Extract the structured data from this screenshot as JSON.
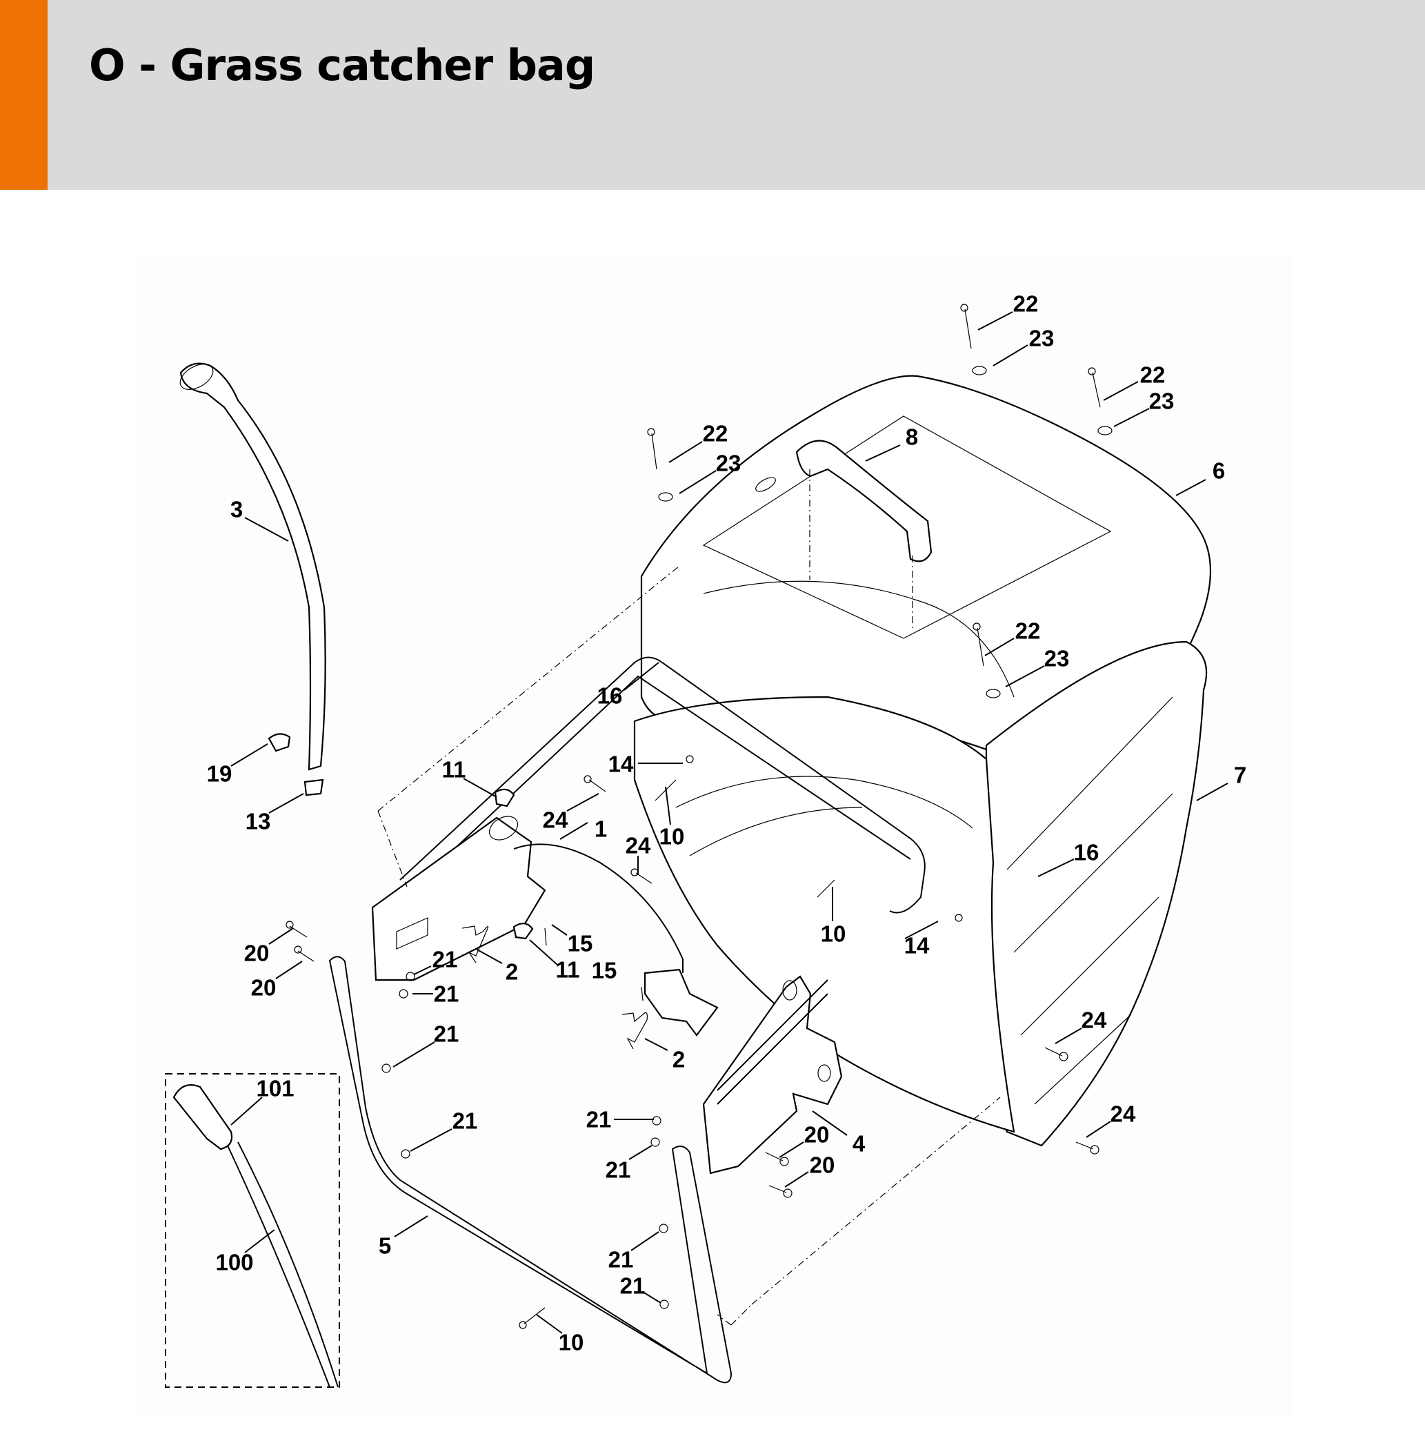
{
  "header": {
    "title": "O - Grass catcher bag",
    "accent_color": "#ee7203",
    "background_color": "#d9dad9"
  },
  "diagram": {
    "description": "Exploded parts view of grass catcher bag assembly",
    "callouts": [
      {
        "id": "c1",
        "label": "22"
      },
      {
        "id": "c2",
        "label": "23"
      },
      {
        "id": "c3",
        "label": "22"
      },
      {
        "id": "c4",
        "label": "23"
      },
      {
        "id": "c5",
        "label": "22"
      },
      {
        "id": "c6",
        "label": "23"
      },
      {
        "id": "c7",
        "label": "8"
      },
      {
        "id": "c8",
        "label": "6"
      },
      {
        "id": "c9",
        "label": "3"
      },
      {
        "id": "c10",
        "label": "22"
      },
      {
        "id": "c11",
        "label": "23"
      },
      {
        "id": "c12",
        "label": "16"
      },
      {
        "id": "c13",
        "label": "19"
      },
      {
        "id": "c14",
        "label": "13"
      },
      {
        "id": "c15",
        "label": "11"
      },
      {
        "id": "c16",
        "label": "14"
      },
      {
        "id": "c17",
        "label": "7"
      },
      {
        "id": "c18",
        "label": "24"
      },
      {
        "id": "c19",
        "label": "1"
      },
      {
        "id": "c20",
        "label": "10"
      },
      {
        "id": "c21",
        "label": "24"
      },
      {
        "id": "c22",
        "label": "16"
      },
      {
        "id": "c23",
        "label": "20"
      },
      {
        "id": "c24",
        "label": "21"
      },
      {
        "id": "c25",
        "label": "2"
      },
      {
        "id": "c26",
        "label": "15"
      },
      {
        "id": "c27",
        "label": "11"
      },
      {
        "id": "c28",
        "label": "15"
      },
      {
        "id": "c29",
        "label": "10"
      },
      {
        "id": "c30",
        "label": "14"
      },
      {
        "id": "c31",
        "label": "20"
      },
      {
        "id": "c32",
        "label": "21"
      },
      {
        "id": "c33",
        "label": "2"
      },
      {
        "id": "c34",
        "label": "24"
      },
      {
        "id": "c35",
        "label": "21"
      },
      {
        "id": "c36",
        "label": "101"
      },
      {
        "id": "c37",
        "label": "21"
      },
      {
        "id": "c38",
        "label": "21"
      },
      {
        "id": "c39",
        "label": "20"
      },
      {
        "id": "c40",
        "label": "4"
      },
      {
        "id": "c41",
        "label": "24"
      },
      {
        "id": "c42",
        "label": "20"
      },
      {
        "id": "c43",
        "label": "21"
      },
      {
        "id": "c44",
        "label": "5"
      },
      {
        "id": "c45",
        "label": "100"
      },
      {
        "id": "c46",
        "label": "21"
      },
      {
        "id": "c47",
        "label": "21"
      },
      {
        "id": "c48",
        "label": "10"
      }
    ]
  }
}
